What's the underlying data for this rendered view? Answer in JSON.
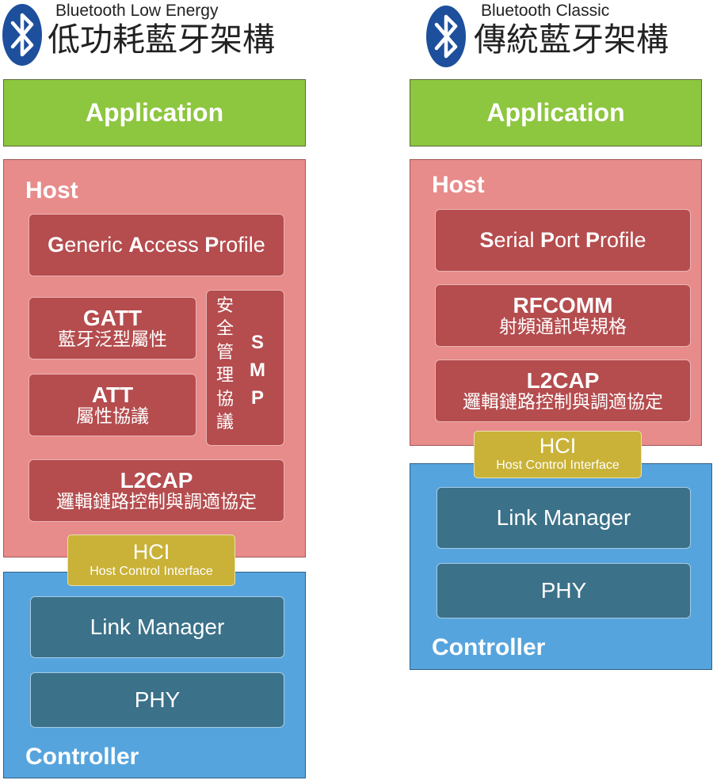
{
  "left": {
    "subtitle": "Bluetooth Low Energy",
    "title": "低功耗藍牙架構",
    "application": "Application",
    "host_label": "Host",
    "gap": {
      "p1": "G",
      "p2": "eneric ",
      "p3": "A",
      "p4": "ccess ",
      "p5": "P",
      "p6": "rofile"
    },
    "gatt": {
      "title": "GATT",
      "desc": "藍牙泛型屬性"
    },
    "att": {
      "title": "ATT",
      "desc": "屬性協議"
    },
    "smp": {
      "zh": [
        "安",
        "全",
        "管",
        "理",
        "協",
        "議"
      ],
      "en": [
        "S",
        "M",
        "P"
      ]
    },
    "l2cap": {
      "title": "L2CAP",
      "desc": "邏輯鏈路控制與調適協定"
    },
    "hci": {
      "title": "HCI",
      "desc": "Host Control Interface"
    },
    "link_manager": "Link Manager",
    "phy": "PHY",
    "controller_label": "Controller"
  },
  "right": {
    "subtitle": "Bluetooth Classic",
    "title": "傳統藍牙架構",
    "application": "Application",
    "host_label": "Host",
    "spp": {
      "p1": "S",
      "p2": "erial ",
      "p3": "P",
      "p4": "ort ",
      "p5": "P",
      "p6": "rofile"
    },
    "rfcomm": {
      "title": "RFCOMM",
      "desc": "射頻通訊埠規格"
    },
    "l2cap": {
      "title": "L2CAP",
      "desc": "邏輯鏈路控制與調適協定"
    },
    "hci": {
      "title": "HCI",
      "desc": "Host Control Interface"
    },
    "link_manager": "Link Manager",
    "phy": "PHY",
    "controller_label": "Controller"
  },
  "colors": {
    "application": "#8dc63f",
    "host": "#e88b8b",
    "host_block": "#b54c4e",
    "hci": "#c9b237",
    "controller": "#56a4dd",
    "controller_block": "#3b7189",
    "bluetooth_logo": "#1d4f9c"
  },
  "icons": {
    "logo": "bluetooth-icon"
  }
}
